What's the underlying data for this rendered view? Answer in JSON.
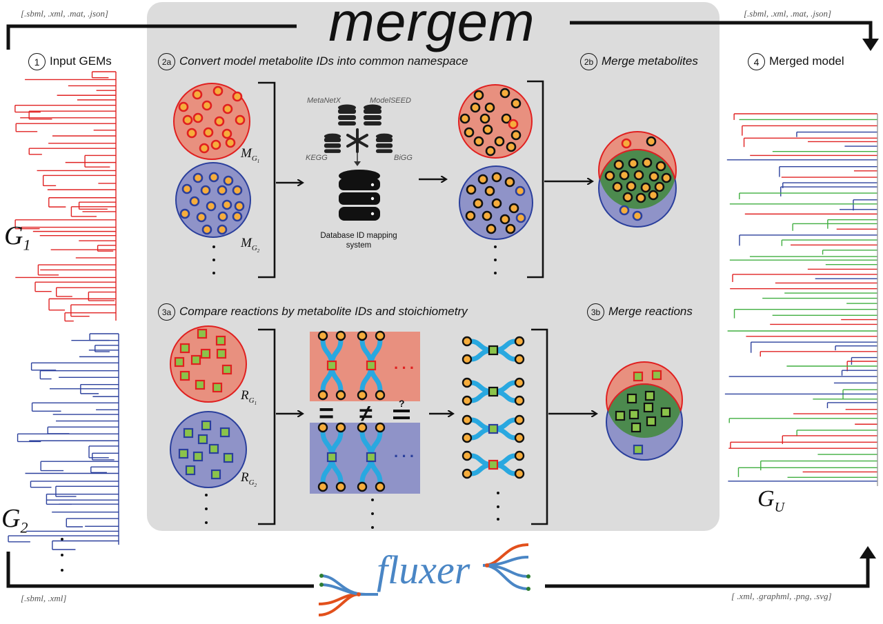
{
  "brand": {
    "mergem": "mergem",
    "fluxer": "fluxer"
  },
  "formats": {
    "input_top": "[.sbml, .xml, .mat, .json]",
    "output_top": "[.sbml, .xml, .mat, .json]",
    "input_bottom": "[.sbml, .xml]",
    "output_bottom": "[ .xml, .graphml, .png, .svg]"
  },
  "steps": {
    "s1": {
      "num": "1",
      "label": "Input GEMs"
    },
    "s2a": {
      "num": "2a",
      "label": "Convert model metabolite IDs into common namespace"
    },
    "s2b": {
      "num": "2b",
      "label": "Merge metabolites"
    },
    "s3a": {
      "num": "3a",
      "label": "Compare reactions by metabolite IDs and stoichiometry"
    },
    "s3b": {
      "num": "3b",
      "label": "Merge reactions"
    },
    "s4": {
      "num": "4",
      "label": "Merged model"
    }
  },
  "models": {
    "g1": {
      "letter": "G",
      "sub": "1"
    },
    "g2": {
      "letter": "G",
      "sub": "2"
    },
    "gu": {
      "letter": "G",
      "sub": "U"
    }
  },
  "sets": {
    "mg1": {
      "letter": "M",
      "sub": "G",
      "subsub": "1"
    },
    "mg2": {
      "letter": "M",
      "sub": "G",
      "subsub": "2"
    },
    "rg1": {
      "letter": "R",
      "sub": "G",
      "subsub": "1"
    },
    "rg2": {
      "letter": "R",
      "sub": "G",
      "subsub": "2"
    }
  },
  "databases": {
    "metanetx": "MetaNetX",
    "modelseed": "ModelSEED",
    "kegg": "KEGG",
    "bigg": "BiGG",
    "mapping_line1": "Database ID mapping",
    "mapping_line2": "system"
  },
  "comparison": {
    "equal": "=",
    "not_equal": "≠",
    "maybe_equal": "?",
    "ellipsis_red": "· · ·",
    "ellipsis_blue": "· · ·"
  },
  "colors": {
    "red_model": "#e02020",
    "blue_model": "#2a3f9c",
    "green_merged": "#3fae3f",
    "red_fill": "#e8907f",
    "blue_fill": "#8f93c8",
    "green_fill": "#4c8a4e",
    "metabolite": "#f6ad3c",
    "reaction_body": "#29a8e0",
    "panel_bg": "#dcdcdc",
    "fluxer_text": "#4a86c5",
    "fluxer_edge": "#e2501c"
  },
  "icons": [
    "database-icon",
    "asterisk-icon",
    "arrow-icon",
    "tree-icon"
  ]
}
